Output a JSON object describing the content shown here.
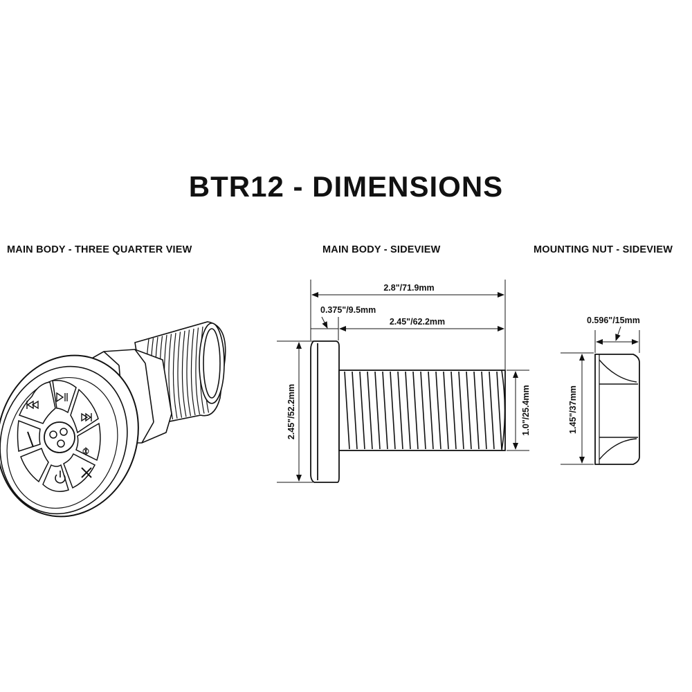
{
  "title": "BTR12 - DIMENSIONS",
  "sections": {
    "three_quarter": "MAIN BODY - THREE QUARTER VIEW",
    "side": "MAIN BODY - SIDEVIEW",
    "nut": "MOUNTING NUT - SIDEVIEW"
  },
  "dimensions": {
    "overall_length": "2.8\"/71.9mm",
    "flange_thickness": "0.375\"/9.5mm",
    "thread_length": "2.45\"/62.2mm",
    "flange_diameter": "2.45\"/52.2mm",
    "thread_diameter": "1.0\"/25.4mm",
    "nut_thickness": "0.596\"/15mm",
    "nut_height": "1.45\"/37mm"
  },
  "icons": [
    "previous-track-icon",
    "play-pause-icon",
    "next-track-icon",
    "volume-down-icon",
    "volume-up-icon",
    "power-icon",
    "bluetooth-icon"
  ]
}
